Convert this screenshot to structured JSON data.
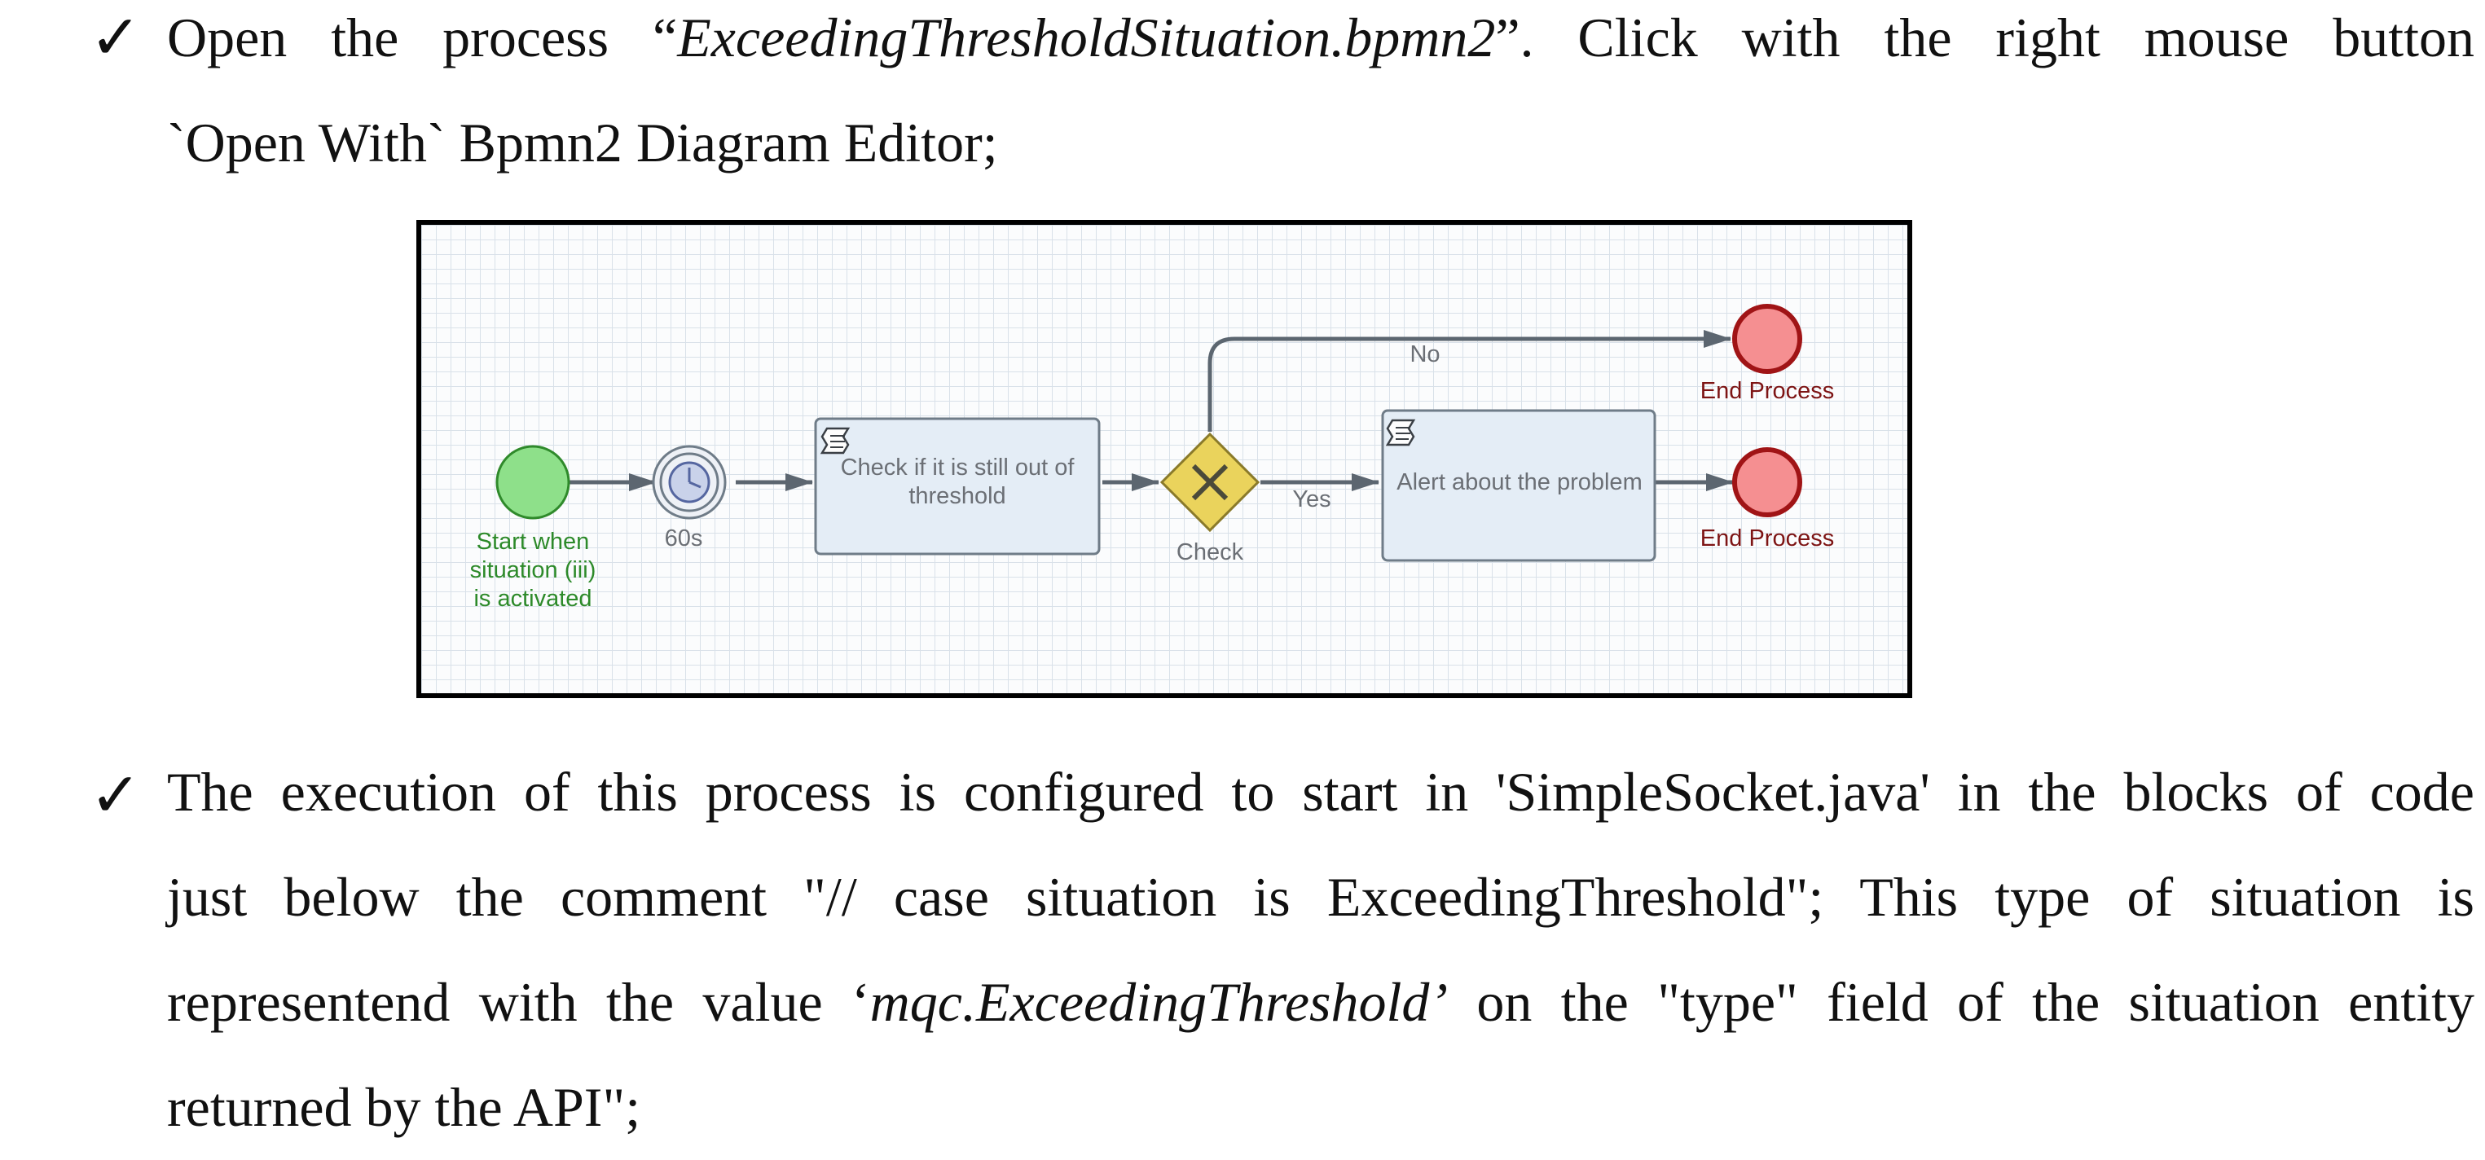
{
  "bullets": {
    "symbol": "✓"
  },
  "paragraph1": {
    "l1_a": "Open the process “",
    "l1_file": "ExceedingThresholdSituation.bpmn2",
    "l1_b": "”. Click with the right mouse button",
    "l2": "`Open With` Bpmn2 Diagram Editor;"
  },
  "diagram": {
    "start_event_label": [
      "Start when",
      "situation (iii)",
      "is activated"
    ],
    "timer_label": "60s",
    "task1_label": [
      "Check if it is still out of",
      "threshold"
    ],
    "gateway_label": "Check",
    "flow_no_label": "No",
    "flow_yes_label": "Yes",
    "task2_label": "Alert about the problem",
    "end_top_label": "End Process",
    "end_bottom_label": "End Process",
    "colors": {
      "start_fill": "#8ee08a",
      "start_stroke": "#2f8a2b",
      "start_text": "#2d8a2a",
      "end_fill": "#f58f91",
      "end_stroke": "#a01416",
      "end_text": "#7d1414",
      "task_fill": "#e4edf6",
      "task_stroke": "#6f7c88",
      "gateway_fill": "#ead35c",
      "flow": "#5c6670",
      "text_gray": "#6b6f75"
    }
  },
  "paragraph2": {
    "l1": "The execution of this process is configured to start in 'SimpleSocket.java' in the blocks of code",
    "l2": "just below the comment \"// case situation is ExceedingThreshold\"; This type of situation is",
    "l3_a": "representend with the value ‘",
    "l3_value": "mqc.ExceedingThreshold’",
    "l3_b": " on the \"type\" field of the situation entity",
    "l4": "returned by the API\";"
  }
}
